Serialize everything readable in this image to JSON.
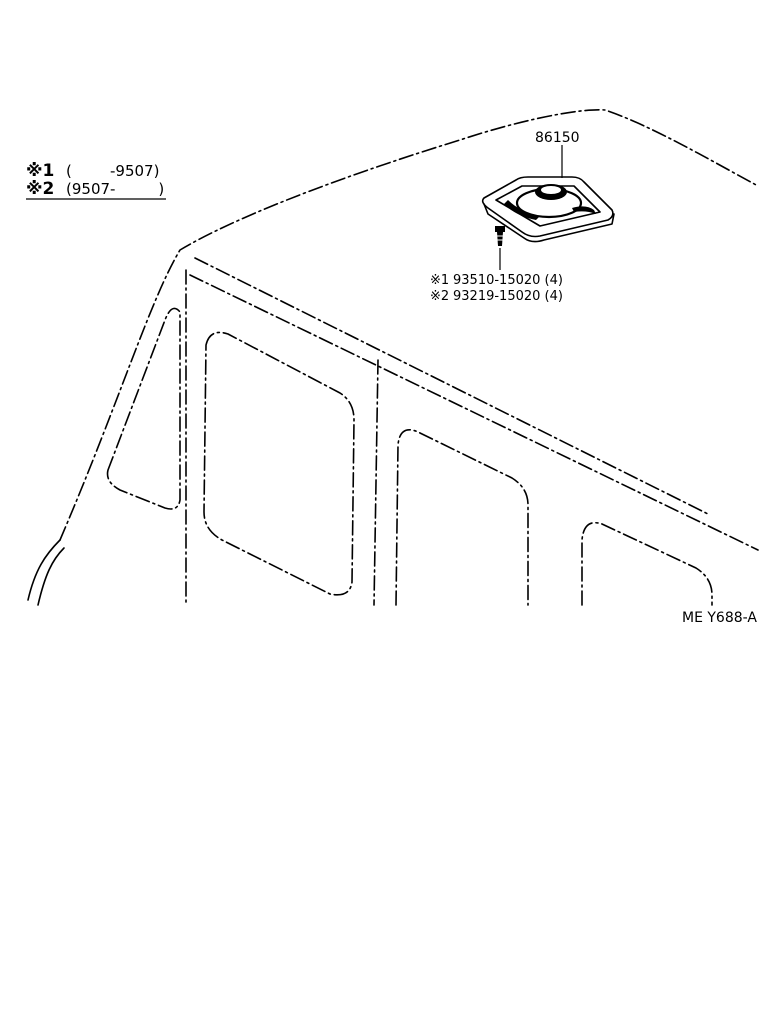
{
  "legend": {
    "rows": [
      {
        "key": "※1",
        "range": "(        -9507)"
      },
      {
        "key": "※2",
        "range": "(9507-         )"
      }
    ]
  },
  "parts": {
    "speaker": {
      "number": "86150",
      "icon": "speaker-icon"
    },
    "screw": {
      "icon": "screw-icon",
      "callouts": [
        {
          "key": "※1",
          "text": "93510-15020 (4)"
        },
        {
          "key": "※2",
          "text": "93219-15020 (4)"
        }
      ]
    }
  },
  "illustration_code": "ME Y688-A"
}
